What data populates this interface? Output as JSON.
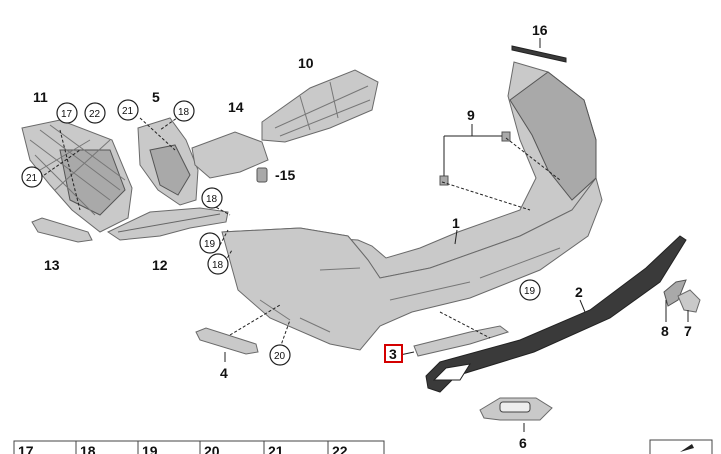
{
  "callouts": {
    "c1": "1",
    "c2": "2",
    "c3": "3",
    "c4": "4",
    "c5": "5",
    "c6": "6",
    "c7": "7",
    "c8": "8",
    "c9": "9",
    "c10": "10",
    "c11": "11",
    "c12": "12",
    "c13": "13",
    "c14": "14",
    "c15": "-15",
    "c16": "16"
  },
  "circled": {
    "r17": "17",
    "r22": "22",
    "r21a": "21",
    "r21b": "21",
    "r18a": "18",
    "r18b": "18",
    "r18c": "18",
    "r19a": "19",
    "r19b": "19",
    "r20": "20"
  },
  "legend_row": [
    "17",
    "18",
    "19",
    "20",
    "21",
    "22"
  ],
  "highlight": {
    "label": "3",
    "color": "#d40000"
  }
}
